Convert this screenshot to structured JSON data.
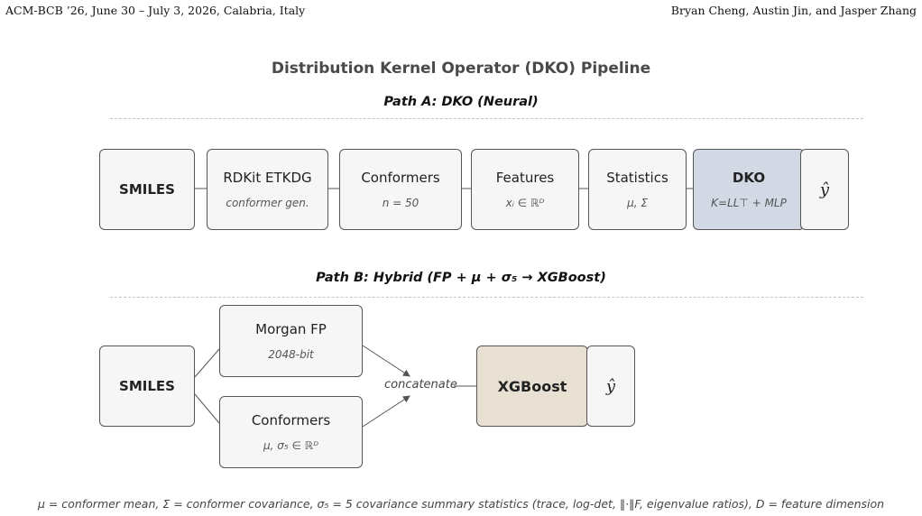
{
  "header": {
    "left": "ACM-BCB ’26, June 30 – July 3, 2026, Calabria, Italy",
    "right": "Bryan Cheng, Austin Jin, and Jasper Zhang"
  },
  "title": "Distribution Kernel Operator (DKO) Pipeline",
  "path_a": {
    "title": "Path A: DKO (Neural)",
    "boxes": [
      {
        "label": "SMILES",
        "sub": ""
      },
      {
        "label": "RDKit ETKDG",
        "sub": "conformer gen."
      },
      {
        "label": "Conformers",
        "sub": "n = 50"
      },
      {
        "label": "Features",
        "sub": "xᵢ ∈ ℝᴰ"
      },
      {
        "label": "Statistics",
        "sub": "μ, Σ"
      },
      {
        "label": "DKO",
        "sub": "K=LL⊤ + MLP"
      },
      {
        "label": "ŷ",
        "sub": ""
      }
    ]
  },
  "path_b": {
    "title": "Path B: Hybrid (FP + μ + σ₅ → XGBoost)",
    "smiles": "SMILES",
    "morgan": {
      "label": "Morgan FP",
      "sub": "2048-bit"
    },
    "conformers": {
      "label": "Conformers",
      "sub": "μ, σ₅ ∈ ℝᴰ"
    },
    "concat": "concatenate",
    "xgboost": "XGBoost",
    "output": "ŷ"
  },
  "footnote": "μ = conformer mean,  Σ = conformer covariance,  σ₅ = 5 covariance summary statistics (trace, log-det, ‖·‖F, eigenvalue ratios),  D = feature dimension",
  "colors": {
    "box_fill": "#f6f6f6",
    "dko_fill": "#d2d8e4",
    "xgboost_fill": "#e8e1d3",
    "border": "#555555"
  }
}
